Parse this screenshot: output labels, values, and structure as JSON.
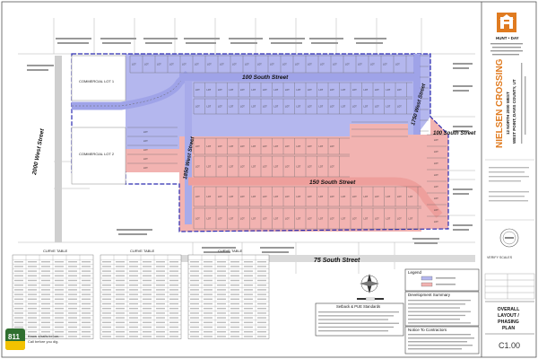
{
  "streets": {
    "s100": "100 South Street",
    "s100_east": "100 South Street",
    "s150": "150 South Street",
    "s75": "75 South Street",
    "w1750": "1750 West Street",
    "w1850": "1850 West Street",
    "w2000": "2000 West Street"
  },
  "commercial": {
    "lot1": "COMMERCIAL LOT 1",
    "lot2": "COMMERCIAL LOT 2"
  },
  "lot_label": "LOT",
  "tables": {
    "curve_title": "CURVE TABLE"
  },
  "legend": {
    "title": "Legend"
  },
  "panels": {
    "development_summary": "Development Summary",
    "setback": "Setback & PUE Standards",
    "notice": "Notice To Contractors"
  },
  "title_block": {
    "company": "HUNT • DAY",
    "project": "NIELSEN CROSSING",
    "address_line1": "12 NORTH 2000 WEST",
    "address_line2": "WEST POINT, DAVIS COUNTY, UT",
    "verify": "VERIFY SCALES",
    "sheet_title": "OVERALL LAYOUT / PHASING PLAN",
    "sheet_number": "C1.00"
  },
  "callout": {
    "number": "811",
    "line1": "Know what's below.",
    "line2": "Call before you dig."
  },
  "colors": {
    "phase1": "#b4b7ee",
    "phase2": "#f2b3b1",
    "boundary": "#2a2ab0",
    "accent": "#e07b20"
  }
}
